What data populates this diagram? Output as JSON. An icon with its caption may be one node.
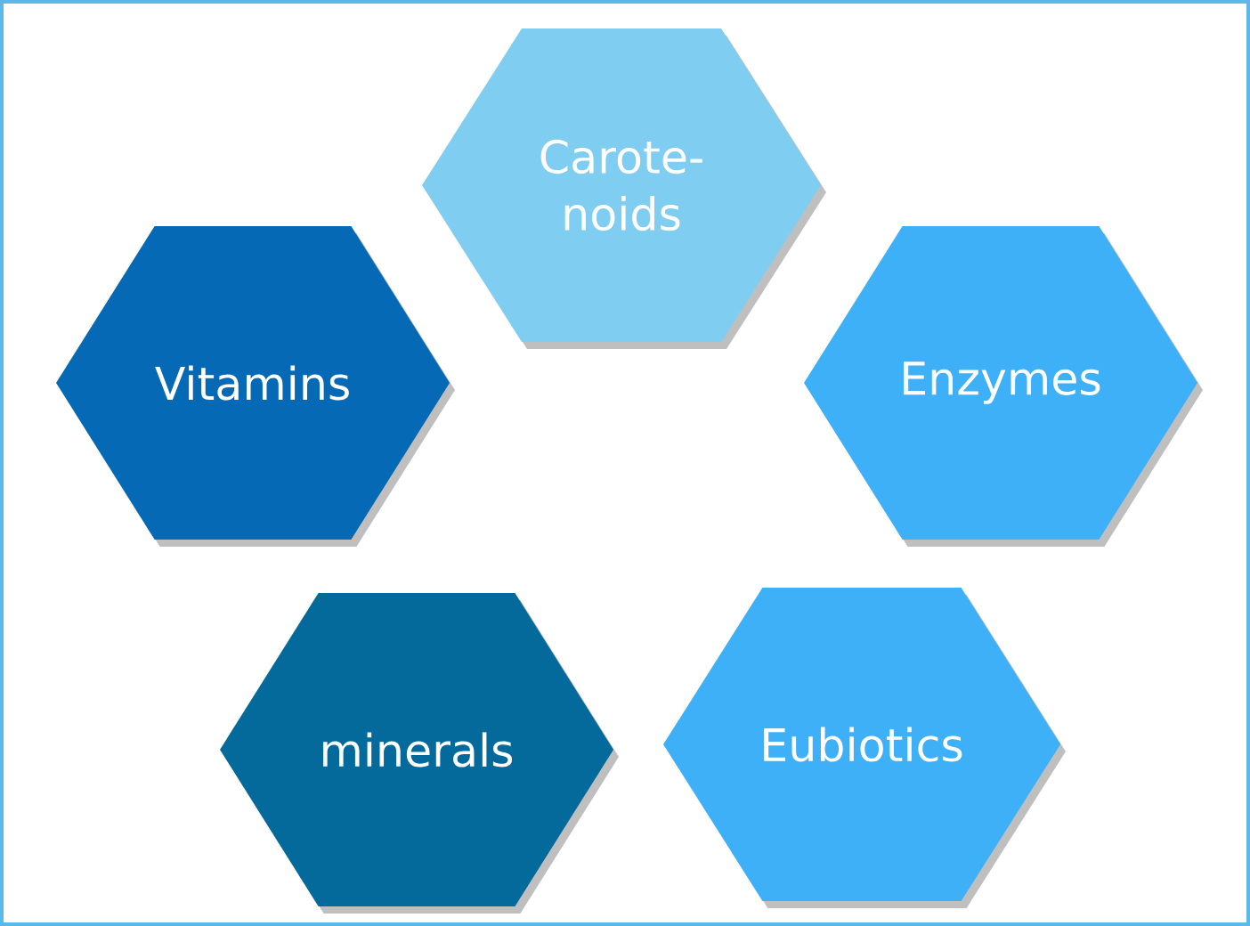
{
  "diagram": {
    "nodes": [
      {
        "text": [
          "Carote- noids"
        ]
      },
      {
        "text": [
          "Vitamins"
        ]
      },
      {
        "text": [
          "Enzymes"
        ]
      },
      {
        "text": [
          "minerals"
        ]
      },
      {
        "text": [
          "Eubiotics"
        ]
      }
    ]
  }
}
